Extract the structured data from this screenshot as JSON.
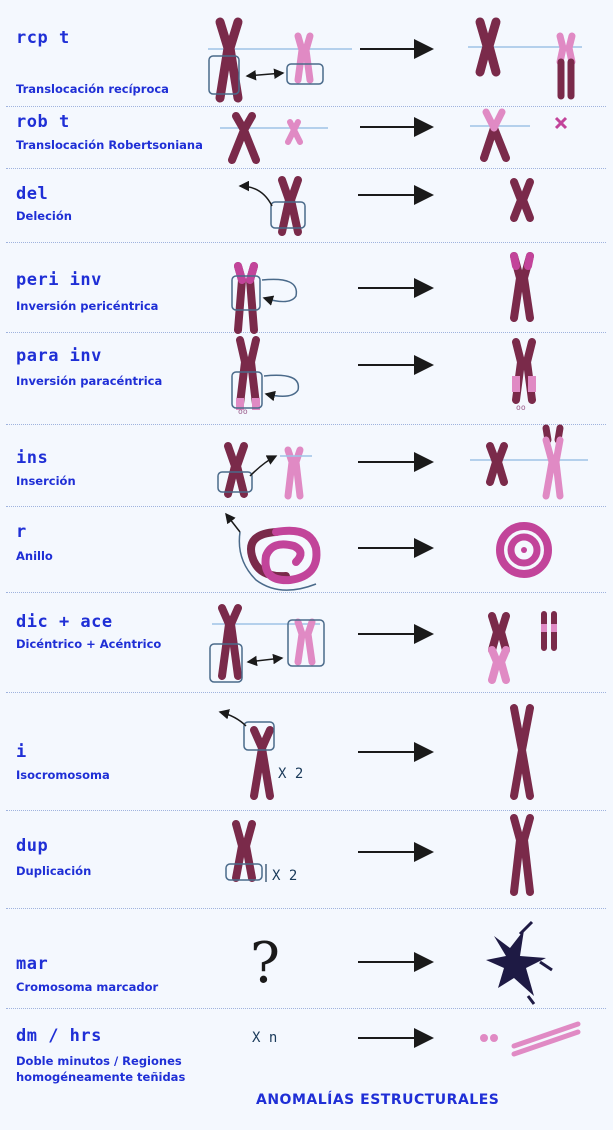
{
  "rows": [
    {
      "abbr": "rcp t",
      "desc": "Translocación recíproca"
    },
    {
      "abbr": "rob t",
      "desc": "Translocación Robertsoniana"
    },
    {
      "abbr": "del",
      "desc": "Deleción"
    },
    {
      "abbr": "peri inv",
      "desc": "Inversión pericéntrica"
    },
    {
      "abbr": "para inv",
      "desc": "Inversión paracéntrica"
    },
    {
      "abbr": "ins",
      "desc": "Inserción"
    },
    {
      "abbr": "r",
      "desc": "Anillo"
    },
    {
      "abbr": "dic + ace",
      "desc": "Dicéntrico + Acéntrico"
    },
    {
      "abbr": "i",
      "desc": "Isocromosoma"
    },
    {
      "abbr": "dup",
      "desc": "Duplicación"
    },
    {
      "abbr": "mar",
      "desc": "Cromosoma marcador"
    },
    {
      "abbr": "dm / hrs",
      "desc": "Doble minutos / Regiones",
      "desc2": "homogéneamente teñidas"
    }
  ],
  "multipliers": {
    "i": "X 2",
    "dup": "X 2",
    "dm": "X n"
  },
  "question_mark": "?",
  "footer": "ANOMALÍAS ESTRUCTURALES",
  "colors": {
    "label": "#1f2fd6",
    "dark_chromosome": "#7a2a4a",
    "light_chromosome": "#e08ac4",
    "magenta": "#c2449a",
    "arrow": "#1a1a1a",
    "line": "#9ec3e6"
  }
}
